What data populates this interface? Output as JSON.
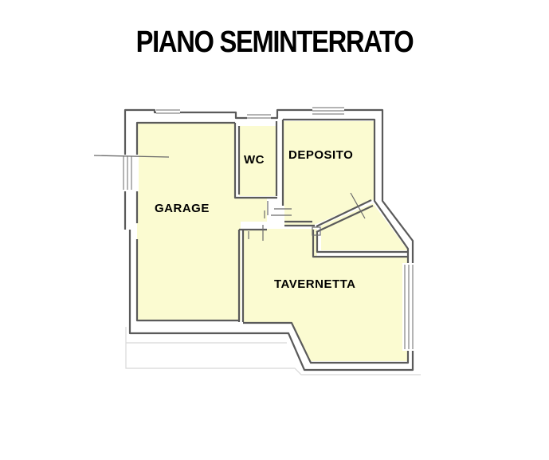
{
  "title": "PIANO SEMINTERRATO",
  "colors": {
    "room_fill": "#fbfbd1",
    "wall": "#5a5a5a",
    "background": "#ffffff"
  },
  "rooms": {
    "garage": "GARAGE",
    "wc": "WC",
    "deposito": "DEPOSITO",
    "tavernetta": "TAVERNETTA"
  }
}
